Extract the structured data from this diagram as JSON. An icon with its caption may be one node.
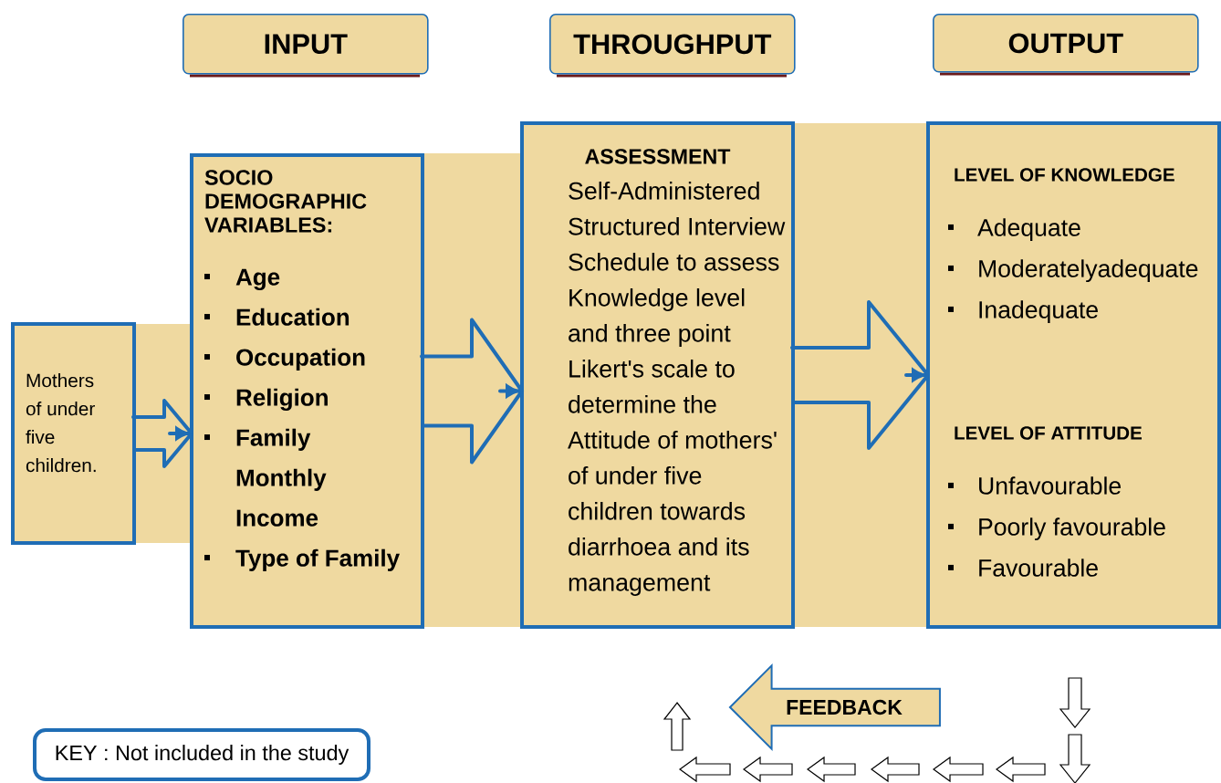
{
  "diagram": {
    "nodes": [
      {
        "text": [
          "INPUT"
        ]
      },
      {
        "text": [
          "THROUGHPUT"
        ]
      },
      {
        "text": [
          "OUTPUT"
        ]
      },
      {
        "text": [
          "Mothers of under five children."
        ]
      },
      {
        "text": [
          "SOCIO DEMOGRAPHIC VARIABLES:",
          "Age",
          "Education",
          "Occupation",
          "Religion",
          "Family Monthly Income",
          "Type of Family"
        ]
      },
      {
        "text": [
          "ASSESSMENT",
          "Self-Administered Structured Interview Schedule to assess Knowledge level and three point Likert's scale to determine the Attitude of mothers' of under five children towards diarrhoea and its management"
        ]
      },
      {
        "text": [
          "LEVEL OF KNOWLEDGE",
          "Adequate",
          "Moderatelyadequate",
          "Inadequate",
          "LEVEL OF ATTITUDE",
          "Unfavourable",
          "Poorly favourable",
          "Favourable"
        ]
      },
      {
        "text": [
          "FEEDBACK"
        ]
      },
      {
        "text": [
          "KEY : Not included in the study"
        ]
      }
    ],
    "edges": [
      {
        "from": 3,
        "to": 4,
        "arrow": "to"
      },
      {
        "from": 4,
        "to": 5,
        "arrow": "to"
      },
      {
        "from": 5,
        "to": 6,
        "arrow": "to"
      }
    ]
  }
}
